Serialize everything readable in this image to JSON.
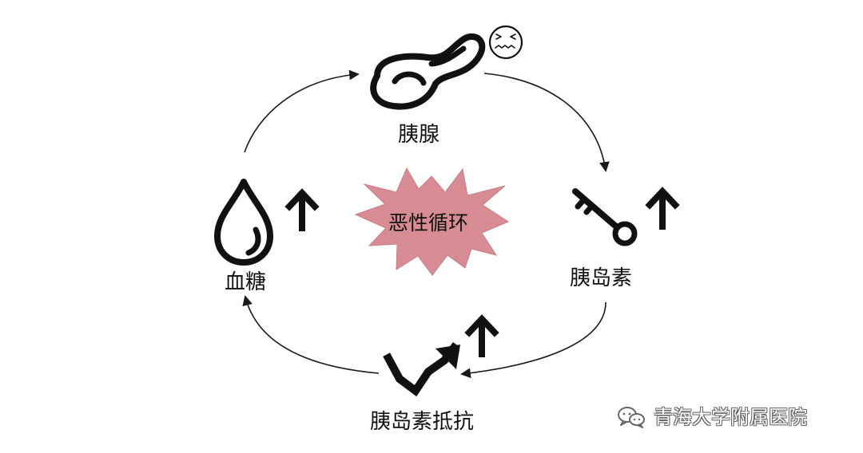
{
  "diagram": {
    "center_label": "恶性循环",
    "nodes": [
      {
        "id": "pancreas",
        "label": "胰腺",
        "icon": "pancreas-icon"
      },
      {
        "id": "insulin",
        "label": "胰岛素",
        "icon": "key-icon"
      },
      {
        "id": "insulin_resistance",
        "label": "胰岛素抵抗",
        "icon": "zigzag-arrow-icon"
      },
      {
        "id": "blood_sugar",
        "label": "血糖",
        "icon": "drop-icon"
      }
    ],
    "indicators": [
      {
        "target": "blood_sugar",
        "direction": "up"
      },
      {
        "target": "insulin",
        "direction": "up"
      },
      {
        "target": "insulin_resistance",
        "direction": "up"
      }
    ],
    "cycle_direction": "clockwise"
  },
  "watermark": {
    "text": "青海大学附属医院",
    "icon": "wechat-icon"
  },
  "colors": {
    "line": "#1a1a1a",
    "icon": "#111111",
    "burst": "#d78c93",
    "burst_edge": "#c97d84",
    "text": "#111111"
  }
}
